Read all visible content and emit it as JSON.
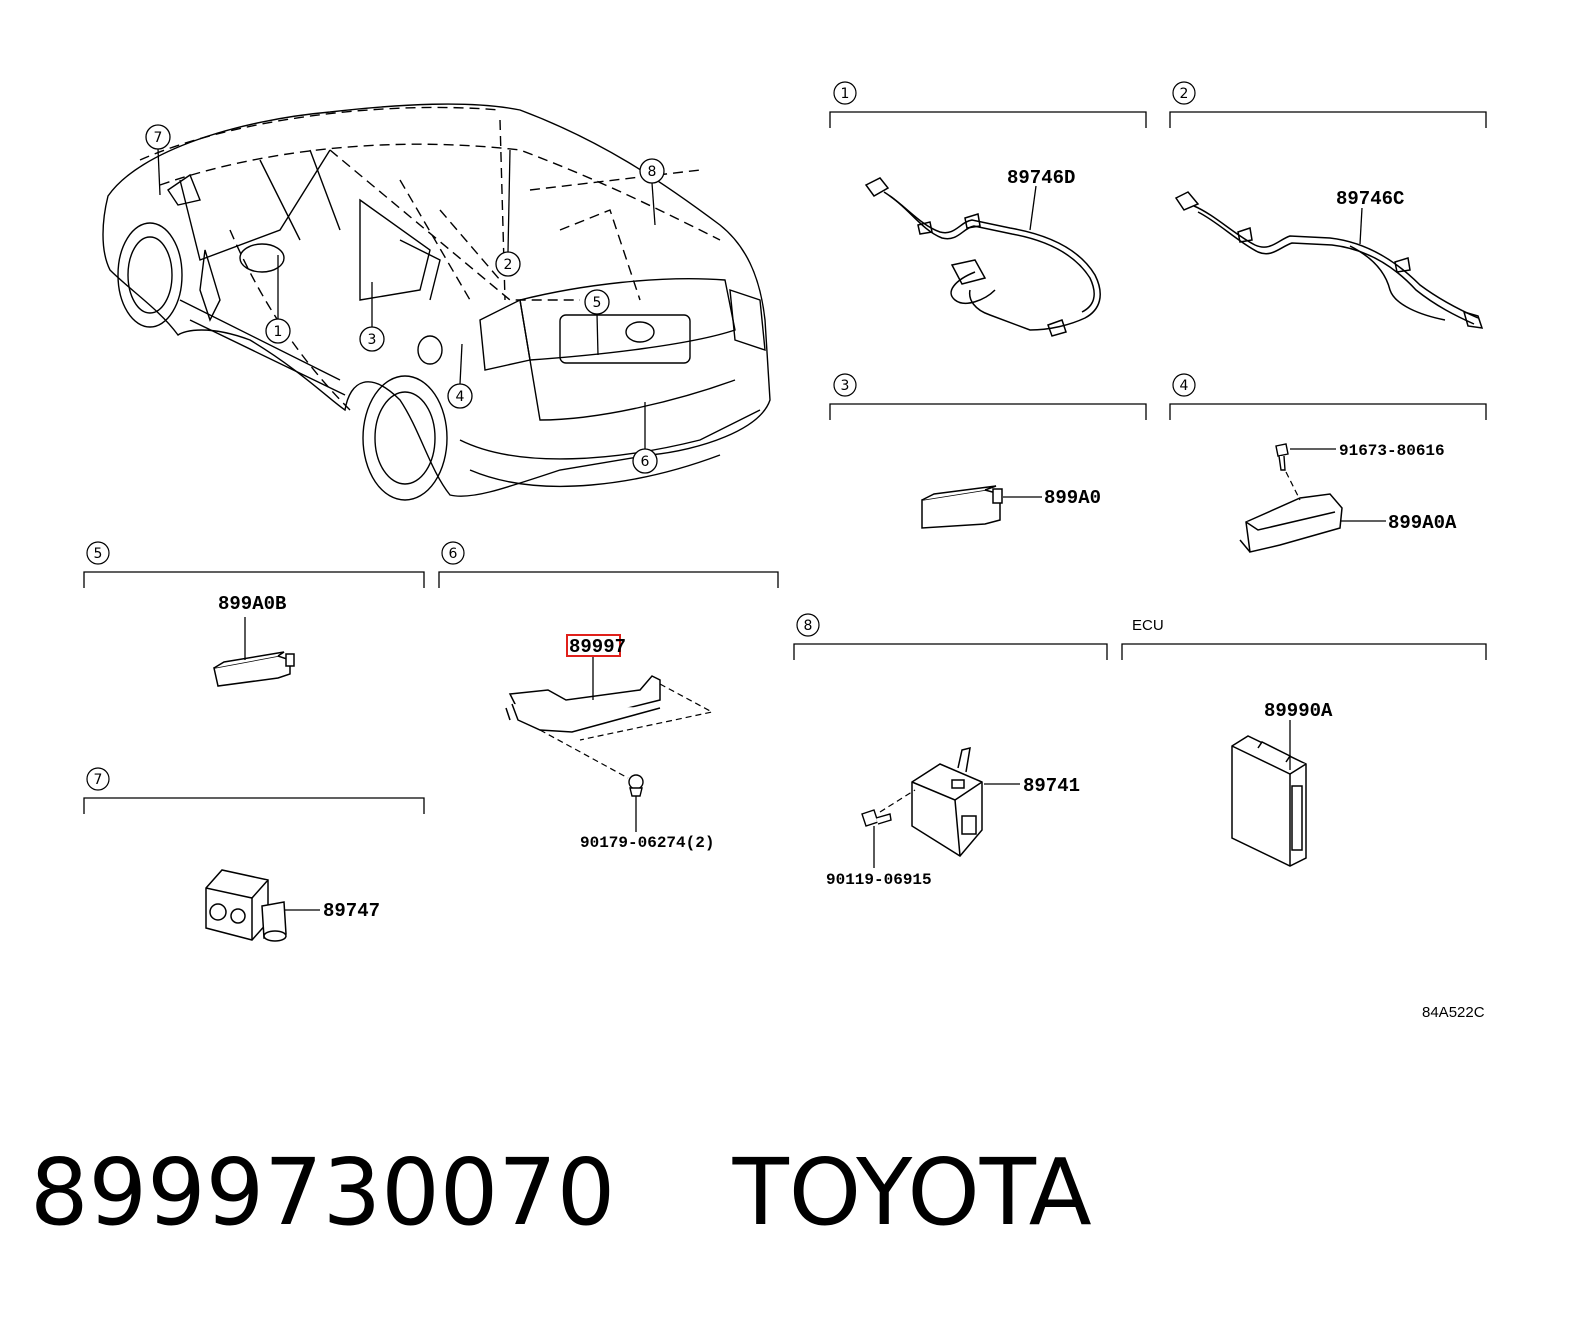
{
  "parts": {
    "harness_d": "89746D",
    "harness_c": "89746C",
    "antenna_a0": "899A0",
    "antenna_a0a": "899A0A",
    "screw_1": "91673-80616",
    "antenna_a0b": "899A0B",
    "highlighted": "89997",
    "clip": "90179-06274(2)",
    "receiver": "89741",
    "bolt": "90119-06915",
    "ecu_part": "89990A",
    "sensor": "89747"
  },
  "sections": {
    "s1": "1",
    "s2": "2",
    "s3": "3",
    "s4": "4",
    "s5": "5",
    "s6": "6",
    "s7": "7",
    "s8": "8",
    "ecu": "ECU"
  },
  "car_callouts": [
    "7",
    "8",
    "2",
    "5",
    "1",
    "3",
    "4",
    "6"
  ],
  "diagram_code": "84A522C",
  "caption": {
    "part_number": "8999730070",
    "brand": "TOYOTA"
  },
  "colors": {
    "highlight": "#e0201b",
    "line": "#000000"
  }
}
